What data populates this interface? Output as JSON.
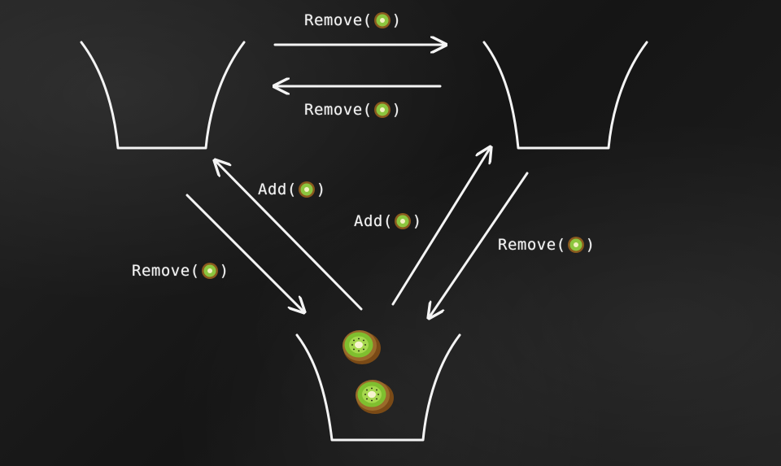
{
  "edges": {
    "top_right": {
      "text": "Remove",
      "icon": "kiwi-icon"
    },
    "top_left": {
      "text": "Remove",
      "icon": "kiwi-icon"
    },
    "add_left": {
      "text": "Add",
      "icon": "kiwi-icon"
    },
    "add_right": {
      "text": "Add",
      "icon": "kiwi-icon"
    },
    "remove_left": {
      "text": "Remove",
      "icon": "kiwi-icon"
    },
    "remove_right": {
      "text": "Remove",
      "icon": "kiwi-icon"
    }
  },
  "bottom_bowl_items": [
    "kiwi-icon",
    "kiwi-icon"
  ],
  "colors": {
    "chalk": "#f4f4f4",
    "board": "#1c1c1c",
    "kiwi_skin": "#8b5a1e",
    "kiwi_flesh": "#8cc63f"
  }
}
